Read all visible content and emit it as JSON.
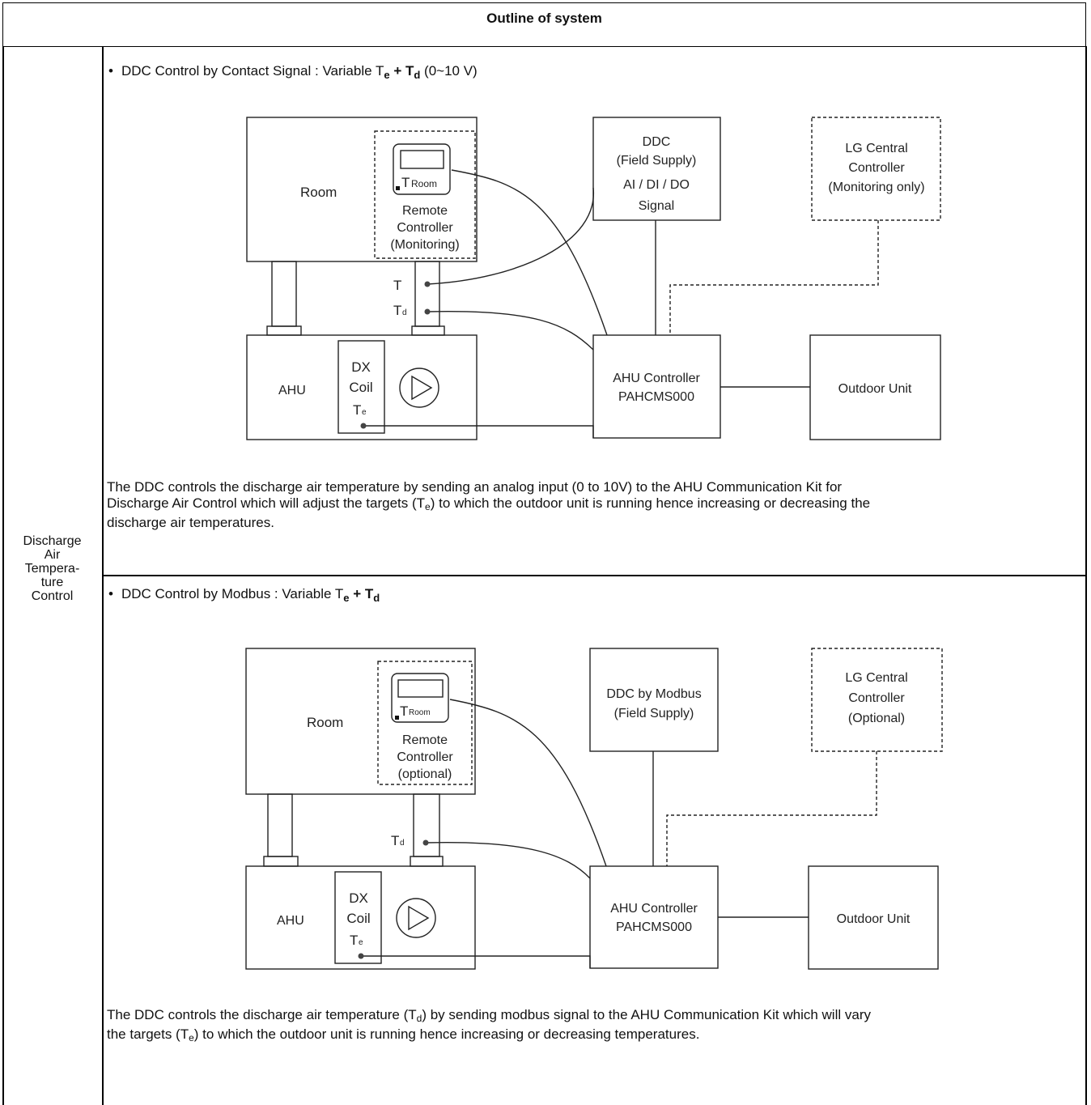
{
  "header": {
    "title": "Outline of system"
  },
  "side_label": {
    "lines": [
      "Discharge",
      "Air",
      "Tempera-",
      "ture",
      "Control"
    ]
  },
  "section1": {
    "bullet_prefix": "DDC Control by Contact Signal : Variable T",
    "bullet_sub_e": "e",
    "bullet_plus": " + T",
    "bullet_sub_d": "d",
    "bullet_suffix": " (0~10 V)",
    "diagram": {
      "room": "Room",
      "remote_title_line1": "Remote",
      "remote_title_line2": "Controller",
      "remote_title_line3": "(Monitoring)",
      "t_room_big": "T",
      "t_room_small": "Room",
      "ddc_line1": "DDC",
      "ddc_line2": "(Field Supply)",
      "ddc_line3": "AI / DI /  DO",
      "ddc_line4": "Signal",
      "lg_line1": "LG Central",
      "lg_line2": "Controller",
      "lg_line3": "(Monitoring only)",
      "t_label": "T",
      "td_big": "T",
      "td_small": "d",
      "ahu": "AHU",
      "dx_line1": "DX",
      "dx_line2": "Coil",
      "te_big": "T",
      "te_small": "e",
      "ahu_ctrl_line1": "AHU Controller",
      "ahu_ctrl_line2": "PAHCMS000",
      "outdoor": "Outdoor Unit"
    },
    "desc_line1": "The DDC controls the discharge air temperature by sending an analog input (0 to 10V) to the AHU Communication Kit for",
    "desc_line2_a": "Discharge Air Control which will adjust the targets (T",
    "desc_line2_sub": "e",
    "desc_line2_b": ") to which the outdoor unit is running hence increasing or decreasing the",
    "desc_line3": "discharge air temperatures."
  },
  "section2": {
    "bullet_prefix": "DDC Control by Modbus : Variable T",
    "bullet_sub_e": "e",
    "bullet_plus": " + T",
    "bullet_sub_d": "d",
    "diagram": {
      "room": "Room",
      "remote_title_line1": "Remote",
      "remote_title_line2": "Controller",
      "remote_title_line3": "(optional)",
      "t_room_big": "T",
      "t_room_small": "Room",
      "ddc_line1": "DDC by Modbus",
      "ddc_line2": "(Field Supply)",
      "lg_line1": "LG Central",
      "lg_line2": "Controller",
      "lg_line3": "(Optional)",
      "td_big": "T",
      "td_small": "d",
      "ahu": "AHU",
      "dx_line1": "DX",
      "dx_line2": "Coil",
      "te_big": "T",
      "te_small": "e",
      "ahu_ctrl_line1": "AHU Controller",
      "ahu_ctrl_line2": "PAHCMS000",
      "outdoor": "Outdoor Unit"
    },
    "desc_line1_a": "The DDC controls the discharge air temperature (T",
    "desc_line1_sub": "d",
    "desc_line1_b": ") by sending modbus signal to the AHU Communication Kit which will vary",
    "desc_line2_a": "the targets (T",
    "desc_line2_sub": "e",
    "desc_line2_b": ") to which the outdoor unit is running hence increasing or decreasing temperatures."
  }
}
